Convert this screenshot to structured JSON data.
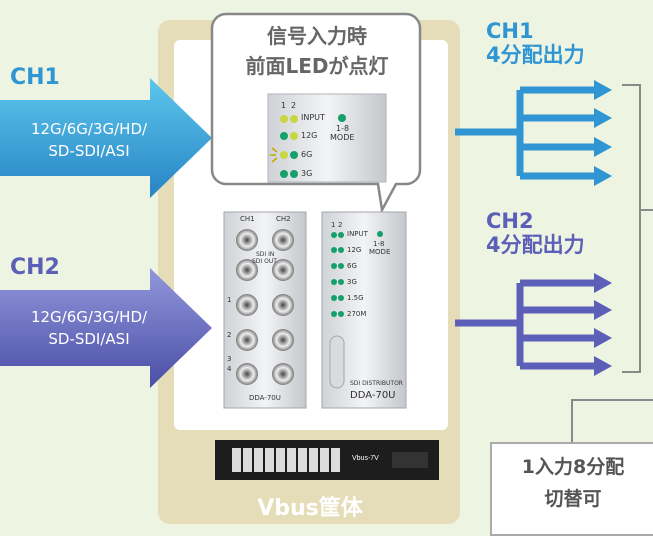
{
  "inputs": [
    {
      "ch": "CH1",
      "formats_line1": "12G/6G/3G/HD/",
      "formats_line2": "SD-SDI/ASI"
    },
    {
      "ch": "CH2",
      "formats_line1": "12G/6G/3G/HD/",
      "formats_line2": "SD-SDI/ASI"
    }
  ],
  "outputs": [
    {
      "ch": "CH1",
      "label": "4分配出力"
    },
    {
      "ch": "CH2",
      "label": "4分配出力"
    }
  ],
  "bubble": {
    "line1": "信号入力時",
    "line2": "前面LEDが点灯"
  },
  "zoom_panel": {
    "num1": "1",
    "num2": "2",
    "input": "INPUT",
    "mode_top": "1-8",
    "mode": "MODE",
    "led_12g": "12G",
    "led_6g": "6G",
    "led_3g": "3G"
  },
  "rear_panel": {
    "ch1": "CH1",
    "ch2": "CH2",
    "sdi_in": "SDI IN",
    "sdi_out": "SDI OUT",
    "model": "DDA-70U",
    "row_nums": [
      "1",
      "2",
      "3",
      "4"
    ]
  },
  "front_panel": {
    "num1": "1",
    "num2": "2",
    "input": "INPUT",
    "mode_top": "1-8",
    "mode": "MODE",
    "leds": [
      "12G",
      "6G",
      "3G",
      "1.5G",
      "270M"
    ],
    "product_line": "SDI DISTRIBUTOR",
    "model": "DDA-70U"
  },
  "rack": {
    "brand": "Vbus-7V"
  },
  "enclosure_label": "Vbus筐体",
  "callout": {
    "line1": "1入力8分配",
    "line2": "切替可"
  },
  "colors": {
    "ch1": "#2f95d3",
    "ch2": "#5b5fb8",
    "ch1_arrow_top": "#59c3ea",
    "ch1_arrow_bottom": "#2a8ac8",
    "ch2_arrow_top": "#8e93d9",
    "ch2_arrow_bottom": "#4a4fa8",
    "enclosure": "#e5ddb8",
    "led_green": "#14a06a",
    "led_yellow": "#c9d640"
  }
}
